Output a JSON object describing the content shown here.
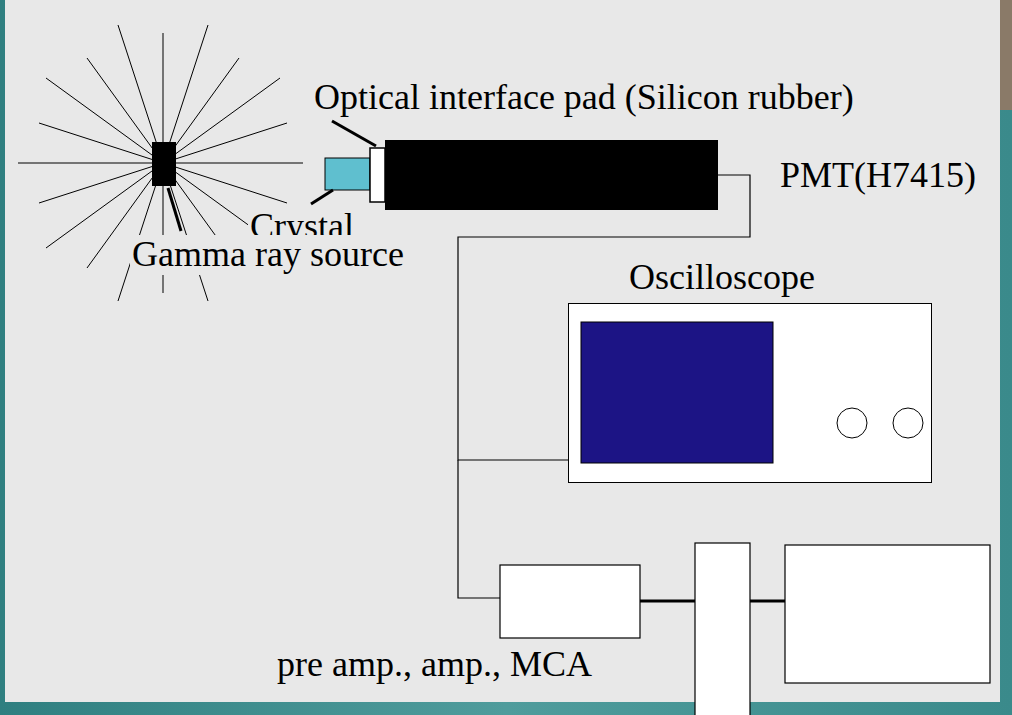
{
  "diagram": {
    "nodes": [
      {
        "text": [
          "PMT(H7415)"
        ]
      },
      {
        "text": [
          "Oscilloscope"
        ]
      }
    ],
    "edges": [
      {
        "from": 0,
        "to": 1,
        "arrow": "none"
      }
    ],
    "labels": [
      "Optical interface pad (Silicon rubber)",
      "Crystal",
      "Gamma ray source",
      "pre amp., amp., MCA"
    ]
  }
}
